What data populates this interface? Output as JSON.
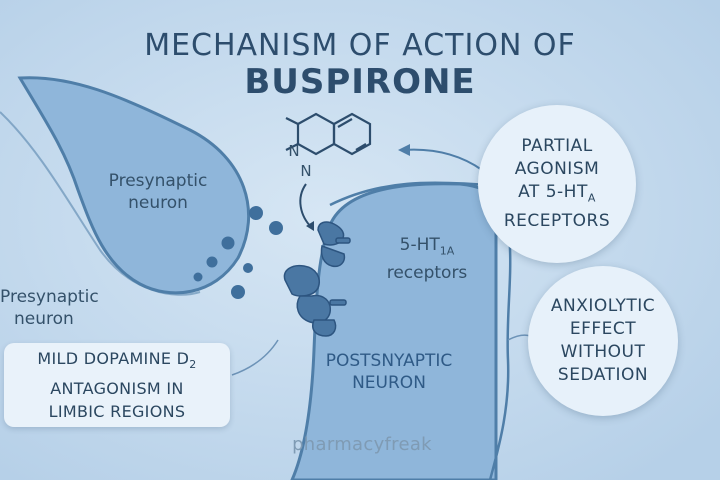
{
  "title": {
    "line1": "MECHANISM OF ACTION OF",
    "line2": "BUSPIRONE"
  },
  "labels": {
    "presynaptic_inner": [
      "Presynaptic",
      "neuron"
    ],
    "presynaptic_outer": [
      "Presynaptic",
      "neuron"
    ],
    "receptor": {
      "main": "5-HT",
      "sub": "1A",
      "line2": "receptors"
    },
    "postsynaptic": [
      "POSTSNYAPTIC",
      "NEURON"
    ],
    "molecule_n1": "N",
    "molecule_n2": "N"
  },
  "bubbles": {
    "partial_agonism": {
      "l1": "PARTIAL",
      "l2": "AGONISM",
      "l3_main": "AT 5-HT",
      "l3_sub": "A",
      "l4": "RECEPTORS"
    },
    "anxiolytic": [
      "ANXIOLYTIC",
      "EFFECT",
      "WITHOUT",
      "SEDATION"
    ]
  },
  "box": {
    "l1_main": "MILD DOPAMINE D",
    "l1_sub": "2",
    "l2": "ANTAGONISM IN",
    "l3": "LIMBIC REGIONS"
  },
  "watermark": "pharmacyfreak",
  "colors": {
    "background": "#c7dcee",
    "neuron_fill": "#8fb6da",
    "neuron_stroke": "#4f7ea8",
    "vesicle": "#3f6f9c",
    "bubble": "#e7f1fa",
    "text": "#2b4760"
  }
}
